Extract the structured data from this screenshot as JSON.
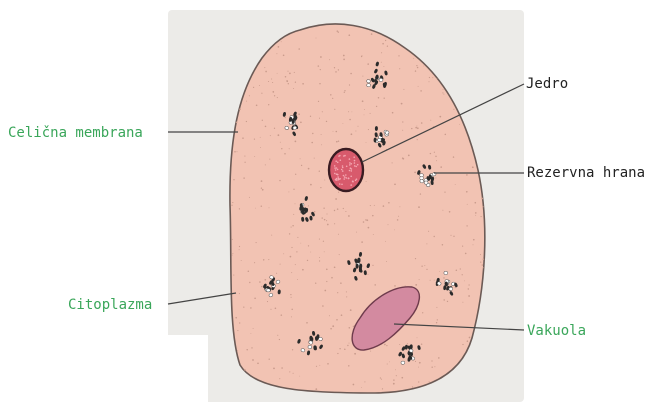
{
  "colors": {
    "paper": "#ecebe8",
    "cell_fill": "#f2c3b3",
    "cell_outline": "#6b5a55",
    "nucleus_fill": "#d85a6c",
    "nucleus_outline": "#3a1c22",
    "vacuole_fill": "#d38aa0",
    "vacuole_outline": "#6e3b4c",
    "granule_dark": "#2b2b2b",
    "granule_light": "#ffffff",
    "leader_line": "#444444",
    "label_green": "#3aa65a",
    "label_black": "#222222"
  },
  "labels": {
    "membrane": "Celična membrana",
    "nucleus": "Jedro",
    "reserve_food": "Rezervna hrana",
    "cytoplasm": "Citoplazma",
    "vacuole": "Vakuola"
  }
}
